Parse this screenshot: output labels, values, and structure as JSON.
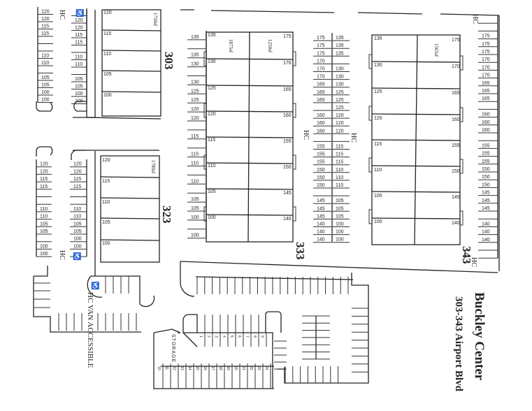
{
  "title": {
    "name": "Buckley Center",
    "address": "303-343 Airport Blvd"
  },
  "buildings": [
    {
      "id": "303",
      "label": "303",
      "area": "1750sf",
      "units_left": [
        "120",
        "115",
        "110",
        "105",
        "100"
      ]
    },
    {
      "id": "323",
      "label": "323",
      "area": "1780sf",
      "units_left": [
        "120",
        "115",
        "110",
        "105",
        "100"
      ]
    },
    {
      "id": "333",
      "label": "333",
      "area_left": "1875sf",
      "area_right": "1250sf",
      "units_left": [
        "135",
        "130",
        "125",
        "120",
        "115",
        "110",
        "105",
        "100"
      ],
      "units_right": [
        "175",
        "170",
        "165",
        "160",
        "155",
        "150",
        "145",
        "140"
      ]
    },
    {
      "id": "343",
      "label": "343",
      "area": "1565sf",
      "units_left": [
        "135",
        "130",
        "125",
        "120",
        "115",
        "110",
        "105",
        "100"
      ],
      "units_right": [
        "175",
        "170",
        "165",
        "160",
        "155",
        "150",
        "145",
        "140"
      ]
    }
  ],
  "parking": {
    "col_a_top": [
      "120",
      "120",
      "115",
      "115",
      "",
      "",
      "110",
      "110",
      "",
      "105",
      "105",
      "100",
      "100"
    ],
    "col_b_top": [
      "",
      "120",
      "120",
      "115",
      "115",
      "",
      "110",
      "110",
      "",
      "105",
      "105",
      "100",
      "100"
    ],
    "col_a_bottom": [
      "120",
      "120",
      "115",
      "115",
      "",
      "",
      "110",
      "110",
      "105",
      "105",
      "",
      "100",
      "100"
    ],
    "col_b_bottom": [
      "120",
      "120",
      "115",
      "115",
      "",
      "",
      "110",
      "110",
      "105",
      "105",
      "100",
      "100",
      ""
    ],
    "col_333_left": [
      "135",
      "",
      "135",
      "130",
      "",
      "130",
      "125",
      "125",
      "120",
      "120",
      "",
      "115",
      "",
      "115",
      "110",
      "",
      "110",
      "",
      "105",
      "105",
      "100",
      "",
      "100"
    ],
    "col_center_a": [
      "175",
      "175",
      "175",
      "170",
      "170",
      "170",
      "165",
      "165",
      "165",
      "",
      "160",
      "160",
      "160",
      "",
      "155",
      "155",
      "155",
      "150",
      "150",
      "150",
      "",
      "145",
      "145",
      "145",
      "140",
      "140",
      "140"
    ],
    "col_center_b": [
      "135",
      "135",
      "135",
      "",
      "130",
      "130",
      "130",
      "125",
      "125",
      "125",
      "120",
      "120",
      "120",
      "",
      "115",
      "115",
      "115",
      "110",
      "110",
      "110",
      "",
      "105",
      "105",
      "105",
      "100",
      "100",
      "100"
    ],
    "col_right": [
      "",
      "",
      "175",
      "175",
      "175",
      "170",
      "170",
      "170",
      "165",
      "165",
      "165",
      "",
      "160",
      "160",
      "160",
      "",
      "155",
      "155",
      "155",
      "150",
      "150",
      "150",
      "145",
      "145",
      "145",
      "",
      "140",
      "140",
      "140",
      "",
      ""
    ],
    "numbered_top": [
      "1",
      "2",
      "3",
      "4",
      "5",
      "6",
      "7",
      "8",
      "9"
    ],
    "numbered_bottom": [
      "10",
      "11",
      "12",
      "13",
      "14",
      "15",
      "16",
      "17",
      "18",
      "19",
      "20",
      "21",
      "22",
      "23",
      "24"
    ]
  },
  "labels": {
    "hc": "HC",
    "hc_van": "HC VAN ACCESSIBLE",
    "storage": "STORAGE",
    "accessible_icon": "♿"
  }
}
